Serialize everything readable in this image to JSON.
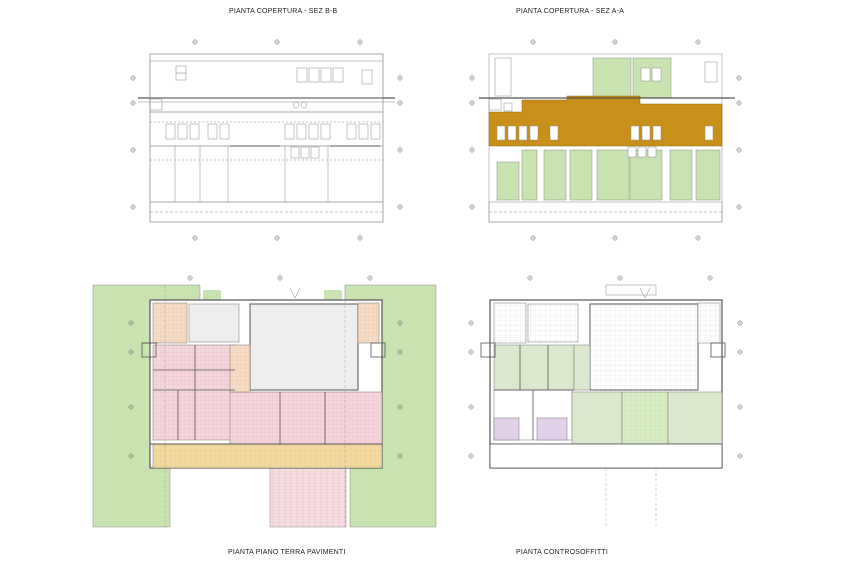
{
  "titles": {
    "top_left": "PIANTA COPERTURA - SEZ B-B",
    "top_right": "PIANTA COPERTURA - SEZ A-A",
    "bottom_left": "PIANTA PIANO TERRA PAVIMENTI",
    "bottom_right": "PIANTA  CONTROSOFFITTI"
  },
  "colors": {
    "line": "#8a8a8a",
    "wall": "#555555",
    "lawn": "#c9e3b0",
    "lawn_dark": "#b7d89a",
    "ochre": "#c8901a",
    "pink": "#f3d6dc",
    "peach": "#f5dcc6",
    "sand": "#f2d9a0",
    "grey_floor": "#eeeeee",
    "sage": "#dbe8cf",
    "lilac": "#e2cfe8",
    "tile_green": "#d8ecc6"
  }
}
